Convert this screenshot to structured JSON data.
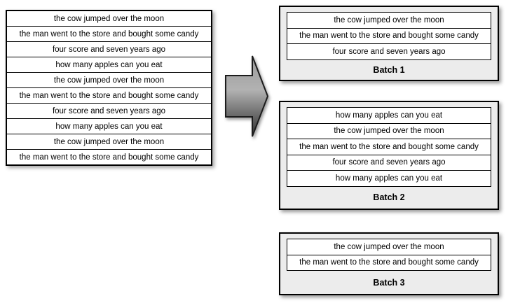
{
  "source_table": {
    "rows": [
      "the cow jumped over the moon",
      "the man went to the store and bought some candy",
      "four score and seven years ago",
      "how many apples can you eat",
      "the cow jumped over the moon",
      "the man went to the store and bought some candy",
      "four score and seven years ago",
      "how many apples can you eat",
      "the cow jumped over the moon",
      "the man went to the store and bought some candy"
    ]
  },
  "arrow": {
    "icon": "right-block-arrow"
  },
  "batches": [
    {
      "label": "Batch 1",
      "rows": [
        "the cow jumped over the moon",
        "the man went to the store and bought some candy",
        "four score and seven years ago"
      ]
    },
    {
      "label": "Batch 2",
      "rows": [
        "how many apples can you eat",
        "the cow jumped over the moon",
        "the man went to the store and bought some candy",
        "four score and seven years ago",
        "how many apples can you eat"
      ]
    },
    {
      "label": "Batch 3",
      "rows": [
        "the cow jumped over the moon",
        "the man went to the store and bought some candy"
      ]
    }
  ],
  "colors": {
    "box_background": "#ececec",
    "border": "#000000",
    "arrow_top": "#9a9a9a",
    "arrow_mid": "#b2b2b2",
    "arrow_bottom": "#2e2e2e",
    "arrow_outline": "#1c1c1c"
  }
}
